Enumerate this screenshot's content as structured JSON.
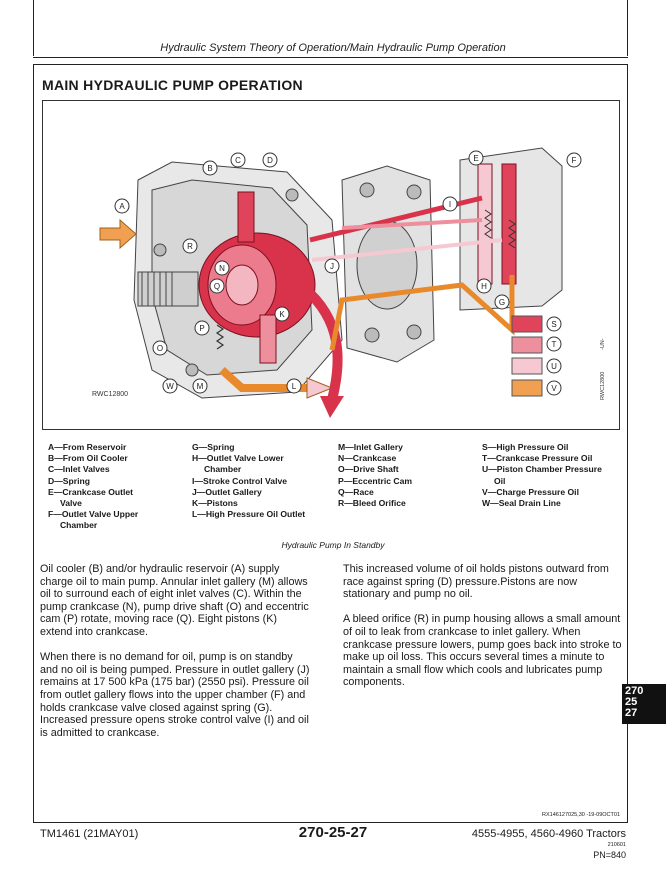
{
  "header": {
    "running_head": "Hydraulic System Theory of Operation/Main Hydraulic Pump Operation"
  },
  "section": {
    "title": "MAIN HYDRAULIC PUMP OPERATION"
  },
  "figure": {
    "callouts": [
      "A",
      "B",
      "C",
      "D",
      "E",
      "F",
      "G",
      "H",
      "I",
      "J",
      "K",
      "L",
      "M",
      "N",
      "O",
      "P",
      "Q",
      "R",
      "S",
      "T",
      "U",
      "V",
      "W"
    ],
    "image_code": "RWC12800",
    "side_code": "RWC12800",
    "side_mark": "-UN-",
    "swatch_colors": {
      "S": "#e0445a",
      "T": "#ee8f9e",
      "U": "#f6c9d2",
      "V": "#f0a050"
    },
    "colors": {
      "high_pressure": "#d8334a",
      "charge": "#e8892c",
      "housing": "#e4e4e4"
    }
  },
  "legend": {
    "col1": [
      "A—From Reservoir",
      "B—From Oil Cooler",
      "C—Inlet Valves",
      "D—Spring",
      "E—Crankcase Outlet",
      "     Valve",
      "F—Outlet Valve Upper",
      "     Chamber"
    ],
    "col2": [
      "G—Spring",
      "H—Outlet Valve Lower",
      "     Chamber",
      "I—Stroke Control Valve",
      "J—Outlet Gallery",
      "K—Pistons",
      "L—High Pressure Oil Outlet"
    ],
    "col3": [
      "M—Inlet Gallery",
      "N—Crankcase",
      "O—Drive Shaft",
      "P—Eccentric Cam",
      "Q—Race",
      "R—Bleed Orifice"
    ],
    "col4": [
      "S—High Pressure Oil",
      "T—Crankcase Pressure Oil",
      "U—Piston Chamber Pressure",
      "     Oil",
      "V—Charge Pressure Oil",
      "W—Seal Drain Line"
    ]
  },
  "caption": "Hydraulic Pump In Standby",
  "body": {
    "left": [
      "Oil cooler (B) and/or hydraulic reservoir (A) supply charge oil to main pump. Annular inlet gallery (M) allows oil to surround each of eight inlet valves (C). Within the pump crankcase (N), pump drive shaft (O) and eccentric cam (P) rotate, moving race (Q). Eight pistons (K) extend into crankcase.",
      "When there is no demand for oil, pump is on standby and no oil is being pumped. Pressure in outlet gallery (J) remains at 17 500 kPa (175 bar) (2550 psi). Pressure oil from outlet gallery flows into the upper chamber (F) and holds crankcase valve closed against spring (G). Increased pressure opens stroke control valve (I) and oil is admitted to crankcase."
    ],
    "right": [
      "This increased volume of oil holds pistons outward from race against spring (D) pressure.Pistons are now stationary and pump no oil.",
      "A bleed orifice (R) in pump housing allows a small amount of oil to leak from crankcase to inlet gallery. When crankcase pressure lowers, pump goes back into stroke to make up oil loss. This occurs several times a minute to maintain a small flow which cools and lubricates pump components."
    ]
  },
  "tab": {
    "lines": [
      "270",
      "25",
      "27"
    ]
  },
  "footer": {
    "ref_code": "RX146127025,30 -19-09OCT01",
    "manual_id": "TM1461 (21MAY01)",
    "page_number": "270-25-27",
    "model_line": "4555-4955, 4560-4960 Tractors",
    "date_code": "210601",
    "pn": "PN=840"
  }
}
